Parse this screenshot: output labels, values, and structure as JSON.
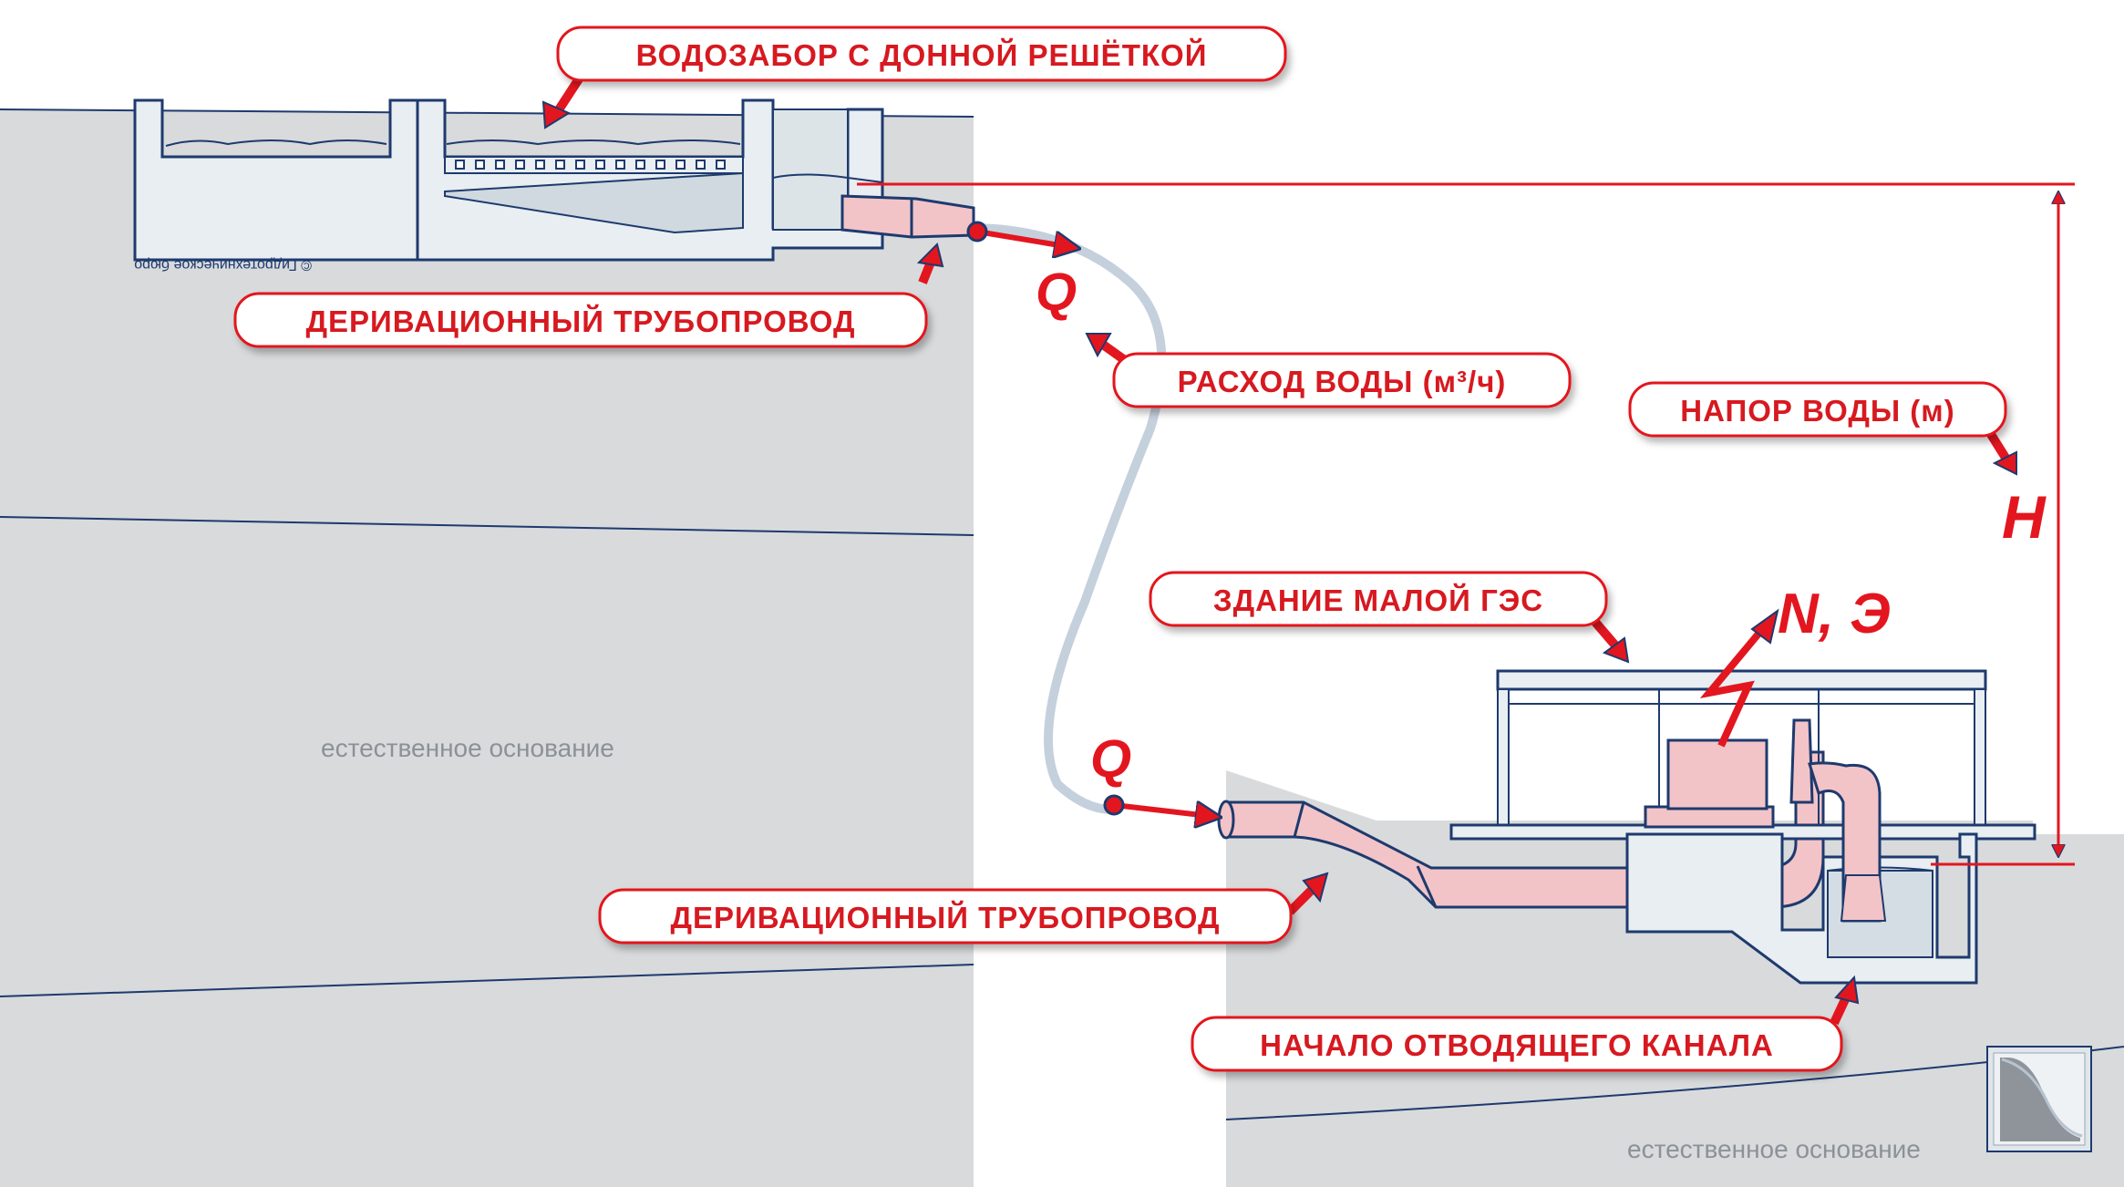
{
  "labels": {
    "intake": "ВОДОЗАБОР С ДОННОЙ РЕШЁТКОЙ",
    "pipeline_top": "ДЕРИВАЦИОННЫЙ ТРУБОПРОВОД",
    "pipeline_bottom": "ДЕРИВАЦИОННЫЙ ТРУБОПРОВОД",
    "flow": "РАСХОД ВОДЫ (м³/ч)",
    "head": "НАПОР ВОДЫ (м)",
    "building": "ЗДАНИЕ МАЛОЙ ГЭС",
    "outlet": "НАЧАЛО ОТВОДЯЩЕГО КАНАЛА"
  },
  "symbols": {
    "flow_top": "Q",
    "flow_bottom": "Q",
    "head": "H",
    "power": "N, Э"
  },
  "ground": {
    "left": "естественное основание",
    "right": "естественное основание"
  },
  "watermark": "© Гидротехническое бюро",
  "colors": {
    "accent": "#e3161f",
    "outline": "#1e3a6e",
    "ground": "#d9dbdd",
    "structure": "#e6ecef",
    "pipe": "#f2c4c8",
    "hose": "#c5d0dd"
  }
}
